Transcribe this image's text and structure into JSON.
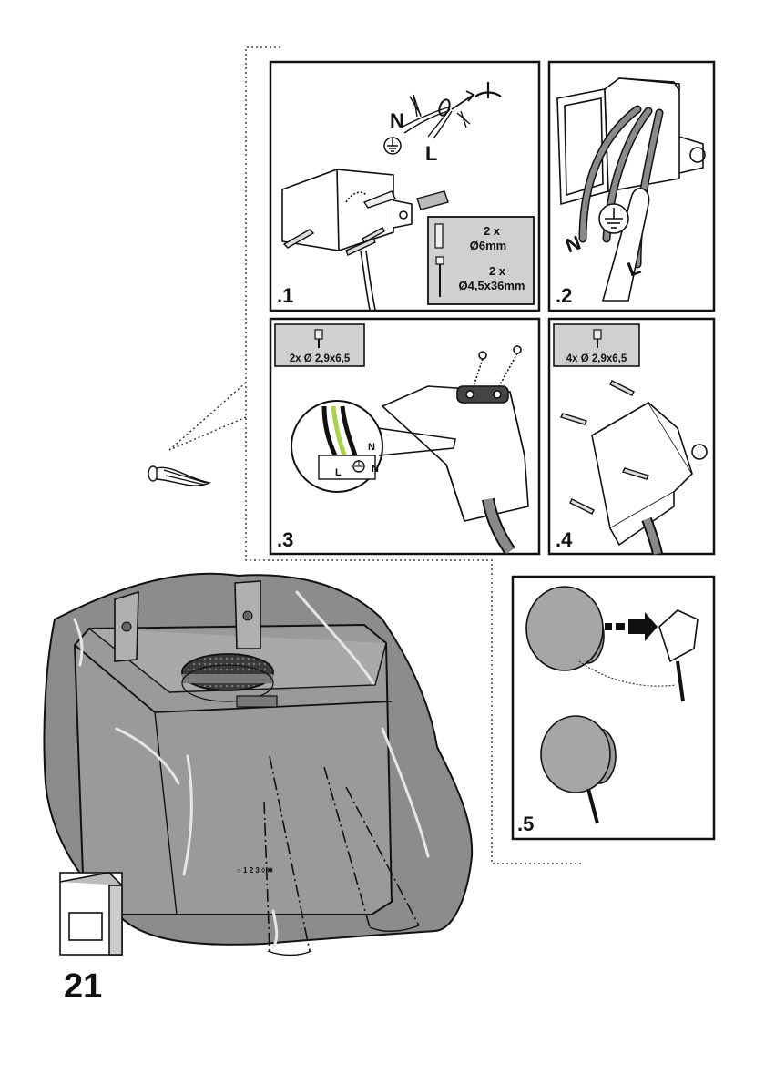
{
  "page": {
    "number": "21"
  },
  "panels": [
    {
      "id": "1",
      "label": ".1",
      "wire_labels": {
        "neutral": "N",
        "live": "L"
      },
      "icons": [
        "earth-icon",
        "forbidden-cross-icon",
        "wall-plug-icon",
        "screw-icon"
      ],
      "callout": {
        "plug_qty": "2 x",
        "plug_size": "Ø6mm",
        "screw_qty": "2 x",
        "screw_size": "Ø4,5x36mm"
      }
    },
    {
      "id": "2",
      "label": ".2",
      "wire_labels": {
        "neutral": "N",
        "live": "L"
      },
      "icons": [
        "earth-icon"
      ]
    },
    {
      "id": "3",
      "label": ".3",
      "callout": {
        "text": "2x Ø 2,9x6,5"
      },
      "terminal_labels": {
        "neutral": "N",
        "live": "L"
      }
    },
    {
      "id": "4",
      "label": ".4",
      "callout": {
        "text": "4x Ø 2,9x6,5"
      }
    },
    {
      "id": "5",
      "label": ".5"
    }
  ],
  "hood": {
    "control_marks": "○ 1 2 3 ◊ ✱"
  },
  "colors": {
    "ink": "#111111",
    "panel_fill": "#ffffff",
    "callout_fill": "#d0d0d0",
    "protective_film": "#8c8c8c",
    "hood_body": "#9a9a9a",
    "earth_wire": "#a8d24a"
  }
}
